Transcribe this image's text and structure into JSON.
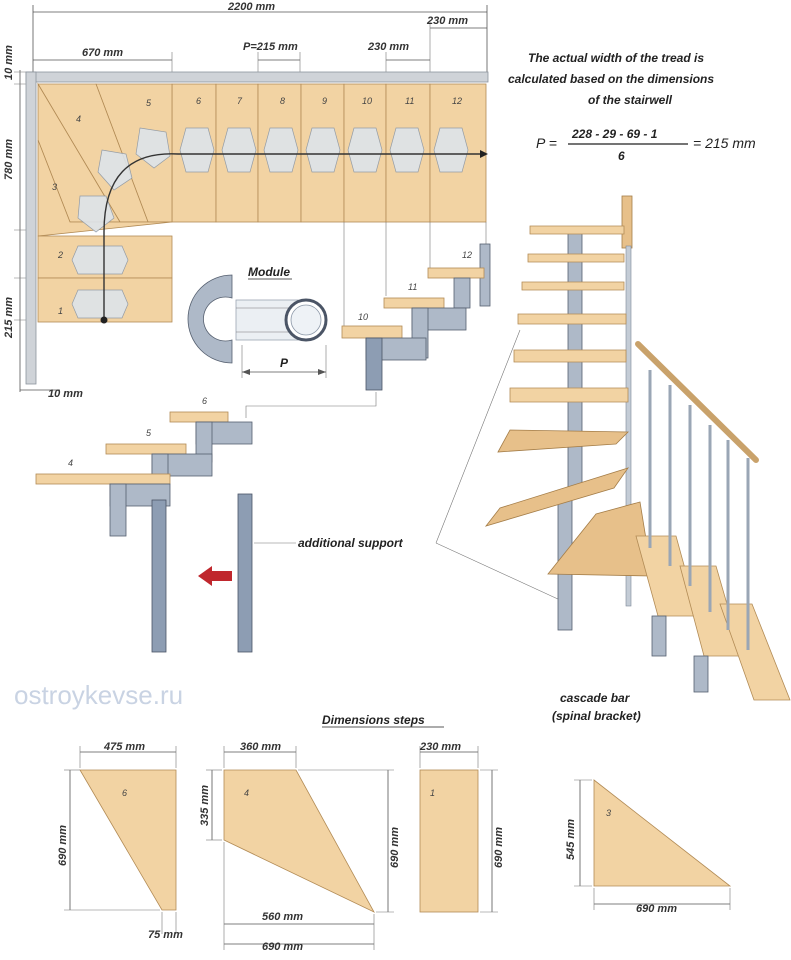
{
  "dimensions": {
    "total_length": "2200 mm",
    "last_tread": "230 mm",
    "left_top_offset": "10 mm",
    "left_span": "670 mm",
    "pitch": "P=215 mm",
    "tread_230": "230 mm",
    "side_780": "780 mm",
    "side_215": "215 mm",
    "bottom_offset": "10 mm"
  },
  "note": {
    "line1": "The actual width of the tread is",
    "line2": "calculated based on the dimensions",
    "line3": "of the stairwell",
    "formula_lhs": "P =",
    "numerator": "228 - 29 - 69 - 1",
    "denominator": "6",
    "result": "= 215 mm"
  },
  "plan_steps": [
    "1",
    "2",
    "3",
    "4",
    "5",
    "6",
    "7",
    "8",
    "9",
    "10",
    "11",
    "12"
  ],
  "detail_steps": [
    "10",
    "11",
    "12"
  ],
  "side_steps": [
    "4",
    "5",
    "6"
  ],
  "module": {
    "title": "Module",
    "p_label": "P"
  },
  "labels": {
    "additional_support": "additional support",
    "cascade_bar_1": "cascade bar",
    "cascade_bar_2": "(spinal bracket)",
    "watermark": "ostroykevse.ru",
    "dimension_steps": "Dimensions steps"
  },
  "step_dims": {
    "s6_top": "475 mm",
    "s6_height": "690 mm",
    "s6_bottom": "75 mm",
    "s6_num": "6",
    "s4_top": "360 mm",
    "s4_left": "335 mm",
    "s4_height": "690 mm",
    "s4_bottom": "560 mm",
    "s4_total": "690 mm",
    "s4_num": "4",
    "s1_top": "230 mm",
    "s1_height": "690 mm",
    "s1_num": "1",
    "s3_height": "545 mm",
    "s3_bottom": "690 mm",
    "s3_num": "3"
  },
  "colors": {
    "wood": "#f2d3a3",
    "wood_edge": "#b28b55",
    "metal": "#aeb9c8",
    "arrow": "#c0272d"
  }
}
